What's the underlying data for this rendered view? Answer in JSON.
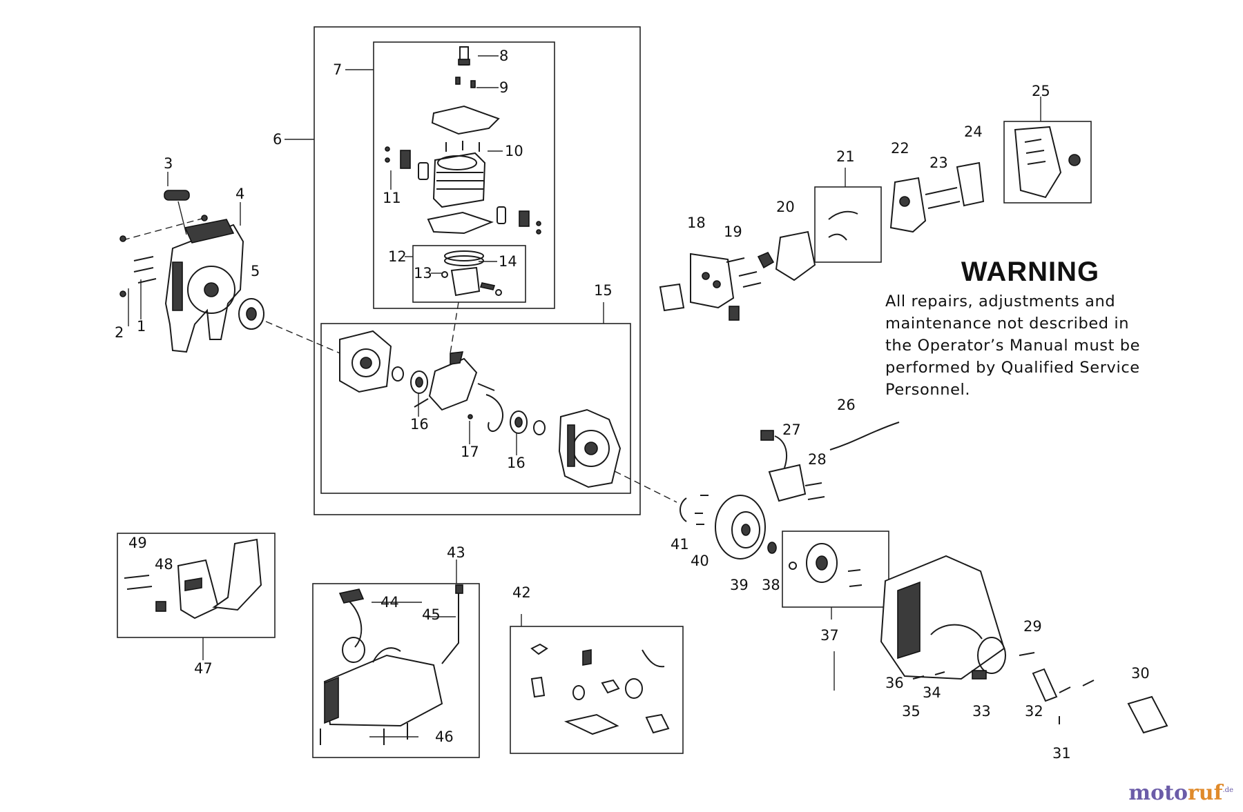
{
  "warning": {
    "heading": "WARNING",
    "lines": [
      "All repairs, adjustments and",
      "maintenance not described in",
      "the Operator’s Manual must be",
      "performed by Qualified Service",
      "Personnel."
    ]
  },
  "watermark": {
    "part1": "moto",
    "part2": "ruf",
    "suffix": ".de"
  },
  "callouts": {
    "c1": "1",
    "c2": "2",
    "c3": "3",
    "c4": "4",
    "c5": "5",
    "c6": "6",
    "c7": "7",
    "c8": "8",
    "c9": "9",
    "c10": "10",
    "c11": "11",
    "c12": "12",
    "c13": "13",
    "c14": "14",
    "c15": "15",
    "c16a": "16",
    "c16b": "16",
    "c17": "17",
    "c18": "18",
    "c19": "19",
    "c20": "20",
    "c21": "21",
    "c22": "22",
    "c23": "23",
    "c24": "24",
    "c25": "25",
    "c26": "26",
    "c27": "27",
    "c28": "28",
    "c29": "29",
    "c30": "30",
    "c31": "31",
    "c32": "32",
    "c33": "33",
    "c34": "34",
    "c35": "35",
    "c36": "36",
    "c37": "37",
    "c38": "38",
    "c39": "39",
    "c40": "40",
    "c41": "41",
    "c42": "42",
    "c43": "43",
    "c44": "44",
    "c45": "45",
    "c46": "46",
    "c47": "47",
    "c48": "48",
    "c49": "49"
  }
}
